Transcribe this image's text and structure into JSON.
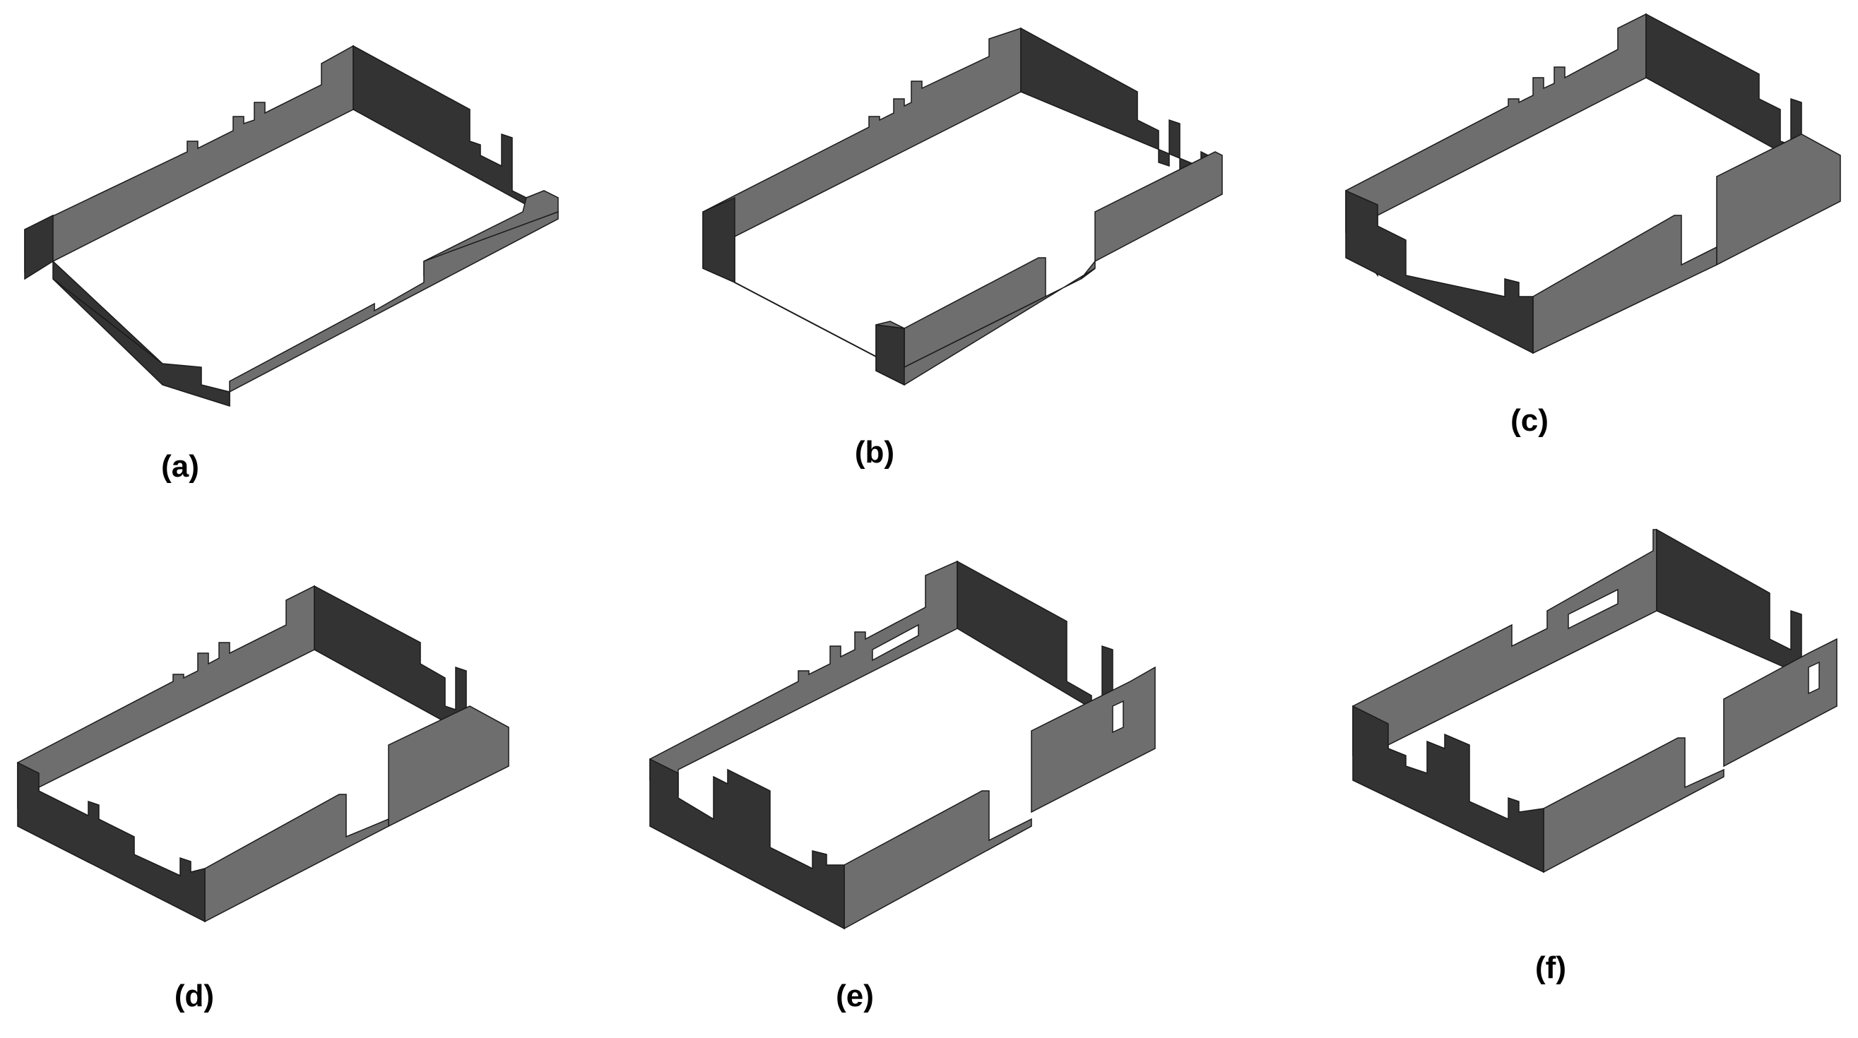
{
  "panels": [
    {
      "id": "a",
      "label": "(a)"
    },
    {
      "id": "b",
      "label": "(b)"
    },
    {
      "id": "c",
      "label": "(c)"
    },
    {
      "id": "d",
      "label": "(d)"
    },
    {
      "id": "e",
      "label": "(e)"
    },
    {
      "id": "f",
      "label": "(f)"
    }
  ],
  "colors": {
    "background": "#ffffff",
    "wall_light": "#6e6e6e",
    "wall_dark": "#333333",
    "wall_top": "#8a8a8a",
    "outline": "#1a1a1a",
    "label": "#000000"
  }
}
